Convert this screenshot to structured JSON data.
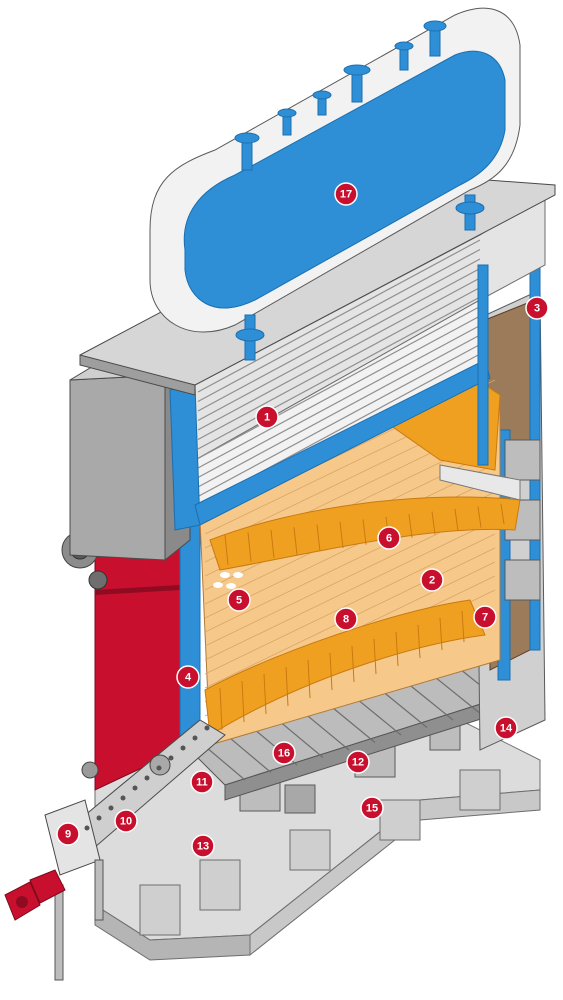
{
  "colors": {
    "water": "#2e8fd6",
    "water_dark": "#1a6fb0",
    "steel_light": "#e6e6e6",
    "steel_mid": "#c4c4c4",
    "steel_dark": "#8c8c8c",
    "refractory": "#f6c98a",
    "refractory_dark": "#e0a456",
    "arch_orange": "#f0a020",
    "arch_dark": "#c97a10",
    "insulation_red": "#c8102e",
    "grate": "#b8b8b8",
    "drive": "#c8102e"
  },
  "icons": [
    "steam-drum",
    "tube-bundle",
    "furnace-arch",
    "chain-grate",
    "fuel-feeder",
    "fan"
  ],
  "markers": [
    {
      "id": "marker-1",
      "label": "1"
    },
    {
      "id": "marker-2",
      "label": "2"
    },
    {
      "id": "marker-3",
      "label": "3"
    },
    {
      "id": "marker-4",
      "label": "4"
    },
    {
      "id": "marker-5",
      "label": "5"
    },
    {
      "id": "marker-6",
      "label": "6"
    },
    {
      "id": "marker-7",
      "label": "7"
    },
    {
      "id": "marker-8",
      "label": "8"
    },
    {
      "id": "marker-9",
      "label": "9"
    },
    {
      "id": "marker-10",
      "label": "10"
    },
    {
      "id": "marker-11",
      "label": "11"
    },
    {
      "id": "marker-12",
      "label": "12"
    },
    {
      "id": "marker-13",
      "label": "13"
    },
    {
      "id": "marker-14",
      "label": "14"
    },
    {
      "id": "marker-15",
      "label": "15"
    },
    {
      "id": "marker-16",
      "label": "16"
    },
    {
      "id": "marker-17",
      "label": "17"
    }
  ]
}
